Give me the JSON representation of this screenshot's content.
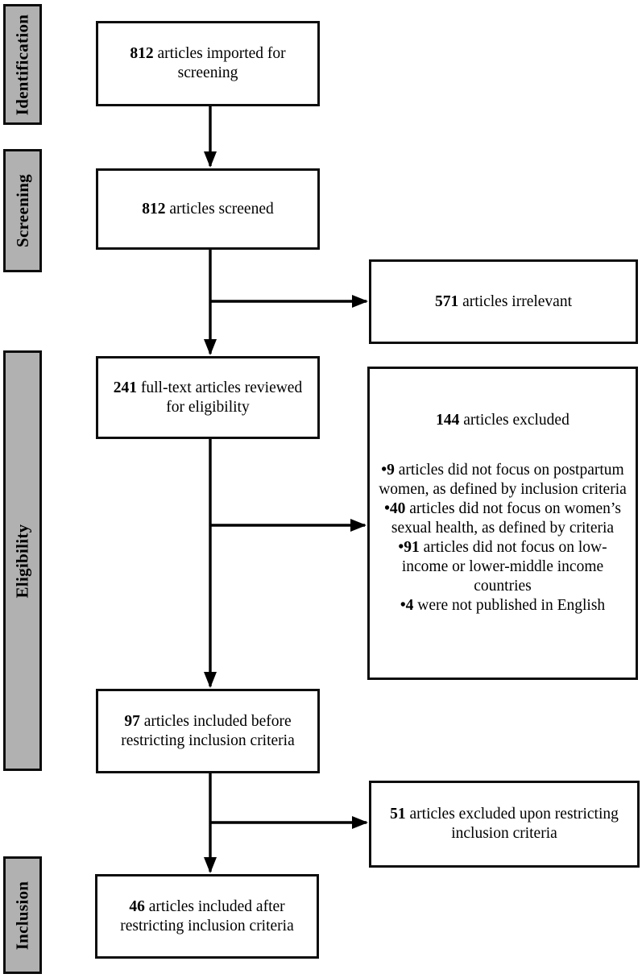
{
  "stages": {
    "identification": "Identification",
    "screening": "Screening",
    "eligibility": "Eligibility",
    "inclusion": "Inclusion"
  },
  "boxes": {
    "imported": {
      "count": "812",
      "text": " articles imported for screening"
    },
    "screened": {
      "count": "812",
      "text": " articles screened"
    },
    "irrelevant": {
      "count": "571",
      "text": " articles irrelevant"
    },
    "fulltext": {
      "count": "241",
      "text": " full-text articles reviewed for eligibility"
    },
    "excluded": {
      "count": "144",
      "text": " articles excluded",
      "reasons": [
        {
          "marker": "•",
          "count": "9",
          "text": " articles did not focus on postpartum women, as defined by inclusion criteria"
        },
        {
          "marker": "•",
          "count": "40",
          "text": " articles did not focus on women’s sexual health, as defined by criteria"
        },
        {
          "marker": "•",
          "count": "91",
          "text": " articles did not focus on low-income or lower-middle income countries"
        },
        {
          "marker": "•",
          "count": "4",
          "text": " were not published in English"
        }
      ]
    },
    "included_before": {
      "count": "97",
      "text": " articles included before restricting inclusion criteria"
    },
    "excluded_restricting": {
      "count": "51",
      "text": " articles excluded upon restricting inclusion criteria"
    },
    "included_after": {
      "count": "46",
      "text": " articles included after restricting inclusion criteria"
    }
  },
  "colors": {
    "stage_fill": "#b1b1b1",
    "line": "#000000",
    "box_fill": "#ffffff"
  }
}
